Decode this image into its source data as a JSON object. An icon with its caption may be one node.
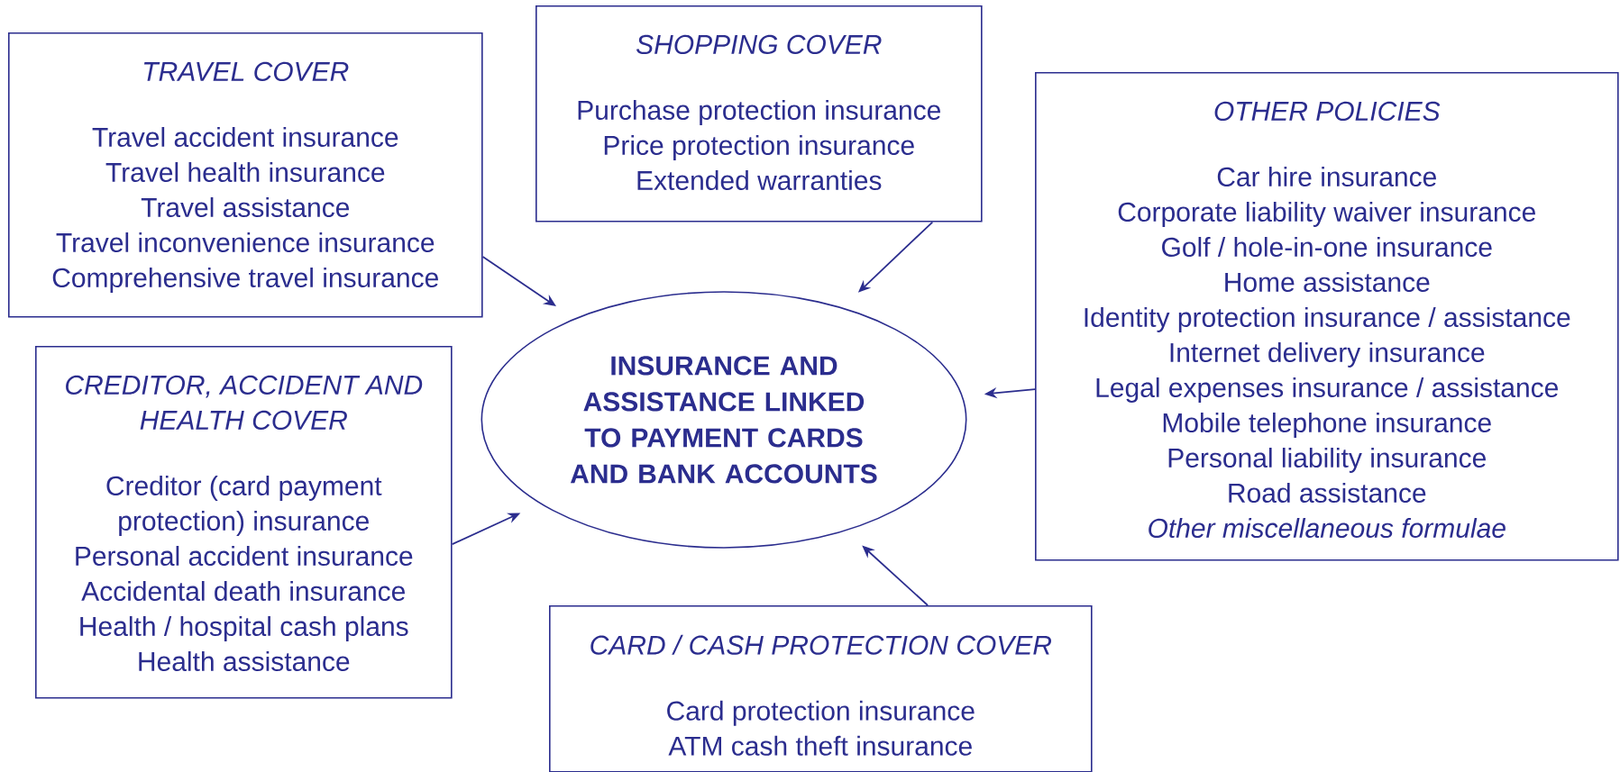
{
  "diagram": {
    "nodes": [
      {
        "text": [
          "SHOPPING COVER",
          "Purchase protection insurance",
          "Price protection insurance",
          "Extended warranties"
        ]
      },
      {
        "text": [
          "TRAVEL COVER",
          "Travel accident insurance",
          "Travel health insurance",
          "Travel assistance",
          "Travel inconvenience insurance",
          "Comprehensive travel insurance"
        ]
      },
      {
        "text": [
          "OTHER POLICIES",
          "Car hire insurance",
          "Corporate liability waiver insurance",
          "Golf / hole-in-one insurance",
          "Home assistance",
          "Identity protection insurance / assistance",
          "Internet delivery insurance",
          "Legal expenses insurance / assistance",
          "Mobile telephone insurance",
          "Personal liability insurance",
          "Road assistance",
          "*Other miscellaneous formulae*"
        ]
      },
      {
        "text": [
          "CREDITOR, ACCIDENT AND HEALTH COVER",
          "Creditor (card payment protection) insurance",
          "Personal accident insurance",
          "Accidental death insurance",
          "Health / hospital cash plans",
          "Health assistance"
        ]
      },
      {
        "text": [
          "INSURANCE AND ASSISTANCE LINKED TO PAYMENT CARDS AND BANK ACCOUNTS"
        ]
      },
      {
        "text": [
          "CARD / CASH PROTECTION COVER",
          "Card protection insurance",
          "ATM cash theft insurance"
        ]
      }
    ],
    "edges": [
      {
        "from": 0,
        "to": 4,
        "arrow": "to"
      },
      {
        "from": 1,
        "to": 4,
        "arrow": "to"
      },
      {
        "from": 2,
        "to": 4,
        "arrow": "to"
      },
      {
        "from": 3,
        "to": 4,
        "arrow": "to"
      },
      {
        "from": 5,
        "to": 4,
        "arrow": "to"
      }
    ]
  }
}
